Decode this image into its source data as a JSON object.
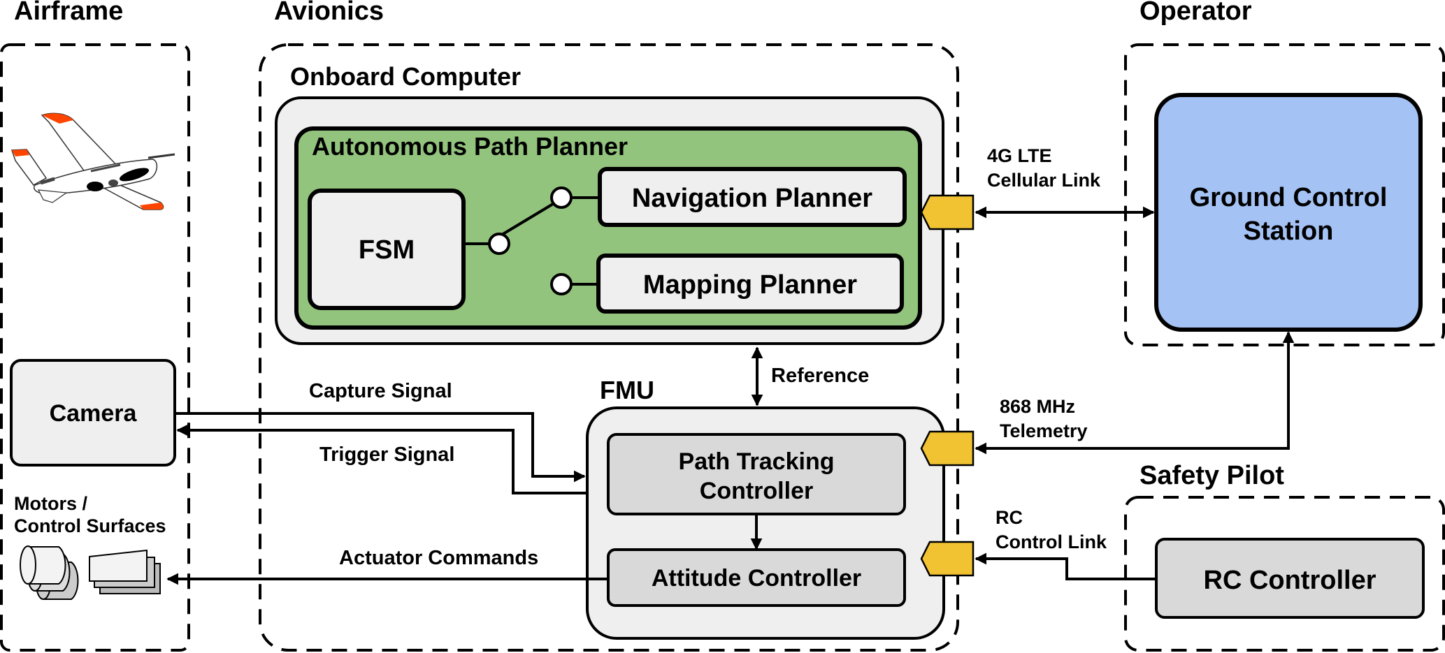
{
  "groups": {
    "airframe": "Airframe",
    "avionics": "Avionics",
    "operator": "Operator",
    "safety_pilot": "Safety Pilot"
  },
  "onboard_computer": {
    "title": "Onboard Computer",
    "path_planner": {
      "title": "Autonomous Path Planner",
      "fsm": "FSM",
      "navigation_planner": "Navigation Planner",
      "mapping_planner": "Mapping Planner"
    }
  },
  "fmu": {
    "title": "FMU",
    "path_tracking_line1": "Path Tracking",
    "path_tracking_line2": "Controller",
    "attitude_controller": "Attitude Controller"
  },
  "airframe_items": {
    "camera": "Camera",
    "motors_line1": "Motors /",
    "motors_line2": "Control Surfaces"
  },
  "operator_items": {
    "gcs_line1": "Ground Control",
    "gcs_line2": "Station"
  },
  "safety_items": {
    "rc_controller": "RC Controller"
  },
  "links": {
    "lte_line1": "4G LTE",
    "lte_line2": "Cellular Link",
    "telemetry_line1": "868 MHz",
    "telemetry_line2": "Telemetry",
    "rc_line1": "RC",
    "rc_line2": "Control Link",
    "reference": "Reference",
    "capture_signal": "Capture Signal",
    "trigger_signal": "Trigger Signal",
    "actuator_commands": "Actuator Commands"
  },
  "colors": {
    "planner_green": "#93c47d",
    "gcs_blue": "#a4c2f4",
    "port_yellow": "#f1c232",
    "panel_light": "#efefef",
    "block_gray": "#d9d9d9",
    "accent_orange": "#ff4500"
  }
}
